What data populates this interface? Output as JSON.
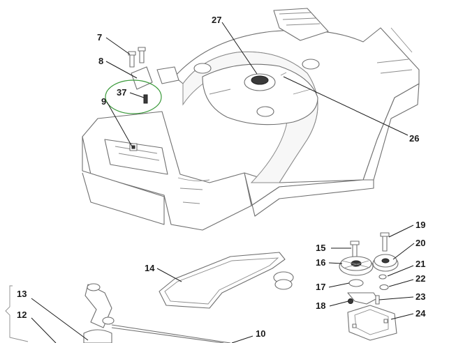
{
  "callouts": [
    {
      "id": "c7",
      "text": "7"
    },
    {
      "id": "c8",
      "text": "8"
    },
    {
      "id": "c37",
      "text": "37"
    },
    {
      "id": "c9",
      "text": "9"
    },
    {
      "id": "c27",
      "text": "27"
    },
    {
      "id": "c26",
      "text": "26"
    },
    {
      "id": "c14",
      "text": "14"
    },
    {
      "id": "c13",
      "text": "13"
    },
    {
      "id": "c12",
      "text": "12"
    },
    {
      "id": "c10",
      "text": "10"
    },
    {
      "id": "c15",
      "text": "15"
    },
    {
      "id": "c16",
      "text": "16"
    },
    {
      "id": "c17",
      "text": "17"
    },
    {
      "id": "c18",
      "text": "18"
    },
    {
      "id": "c19",
      "text": "19"
    },
    {
      "id": "c20",
      "text": "20"
    },
    {
      "id": "c21",
      "text": "21"
    },
    {
      "id": "c22",
      "text": "22"
    },
    {
      "id": "c23",
      "text": "23"
    },
    {
      "id": "c24",
      "text": "24"
    }
  ],
  "highlight": {
    "color": "#3a9a3a",
    "marks": "37"
  },
  "colors": {
    "line": "#6f6f6f",
    "label": "#1a1a1a",
    "background": "#ffffff"
  }
}
